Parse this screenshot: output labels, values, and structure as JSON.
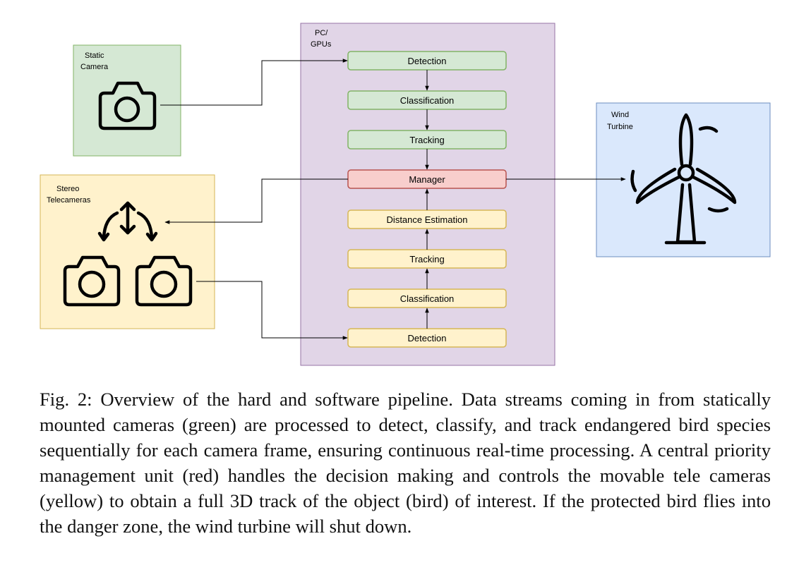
{
  "regions": {
    "static_camera": "Static\nCamera",
    "stereo_telecameras": "Stereo\nTelecameras",
    "pc_gpus": "PC/\nGPUs",
    "wind_turbine": "Wind\nTurbine"
  },
  "pipeline": {
    "green": [
      "Detection",
      "Classification",
      "Tracking"
    ],
    "manager": "Manager",
    "yellow": [
      "Distance Estimation",
      "Tracking",
      "Classification",
      "Detection"
    ]
  },
  "colors": {
    "green_fill": "#d5e8d4",
    "green_stroke": "#82b366",
    "red_fill": "#f8cecc",
    "red_stroke": "#b85450",
    "yellow_fill": "#fff2cc",
    "yellow_stroke": "#d6b656",
    "purple_fill": "#e1d5e7",
    "purple_stroke": "#9673a6",
    "blue_fill": "#dae8fc",
    "blue_stroke": "#6c8ebf"
  },
  "caption": {
    "label": "Fig. 2:",
    "text": "Overview of the hard and software pipeline. Data streams coming in from statically mounted cameras (green) are processed to detect, classify, and track endangered bird species sequentially for each camera frame, ensuring continuous real-time processing. A central priority management unit (red) handles the decision making and controls the movable tele cameras (yellow) to obtain a full 3D track of the object (bird) of interest. If the protected bird flies into the danger zone, the wind turbine will shut down."
  }
}
